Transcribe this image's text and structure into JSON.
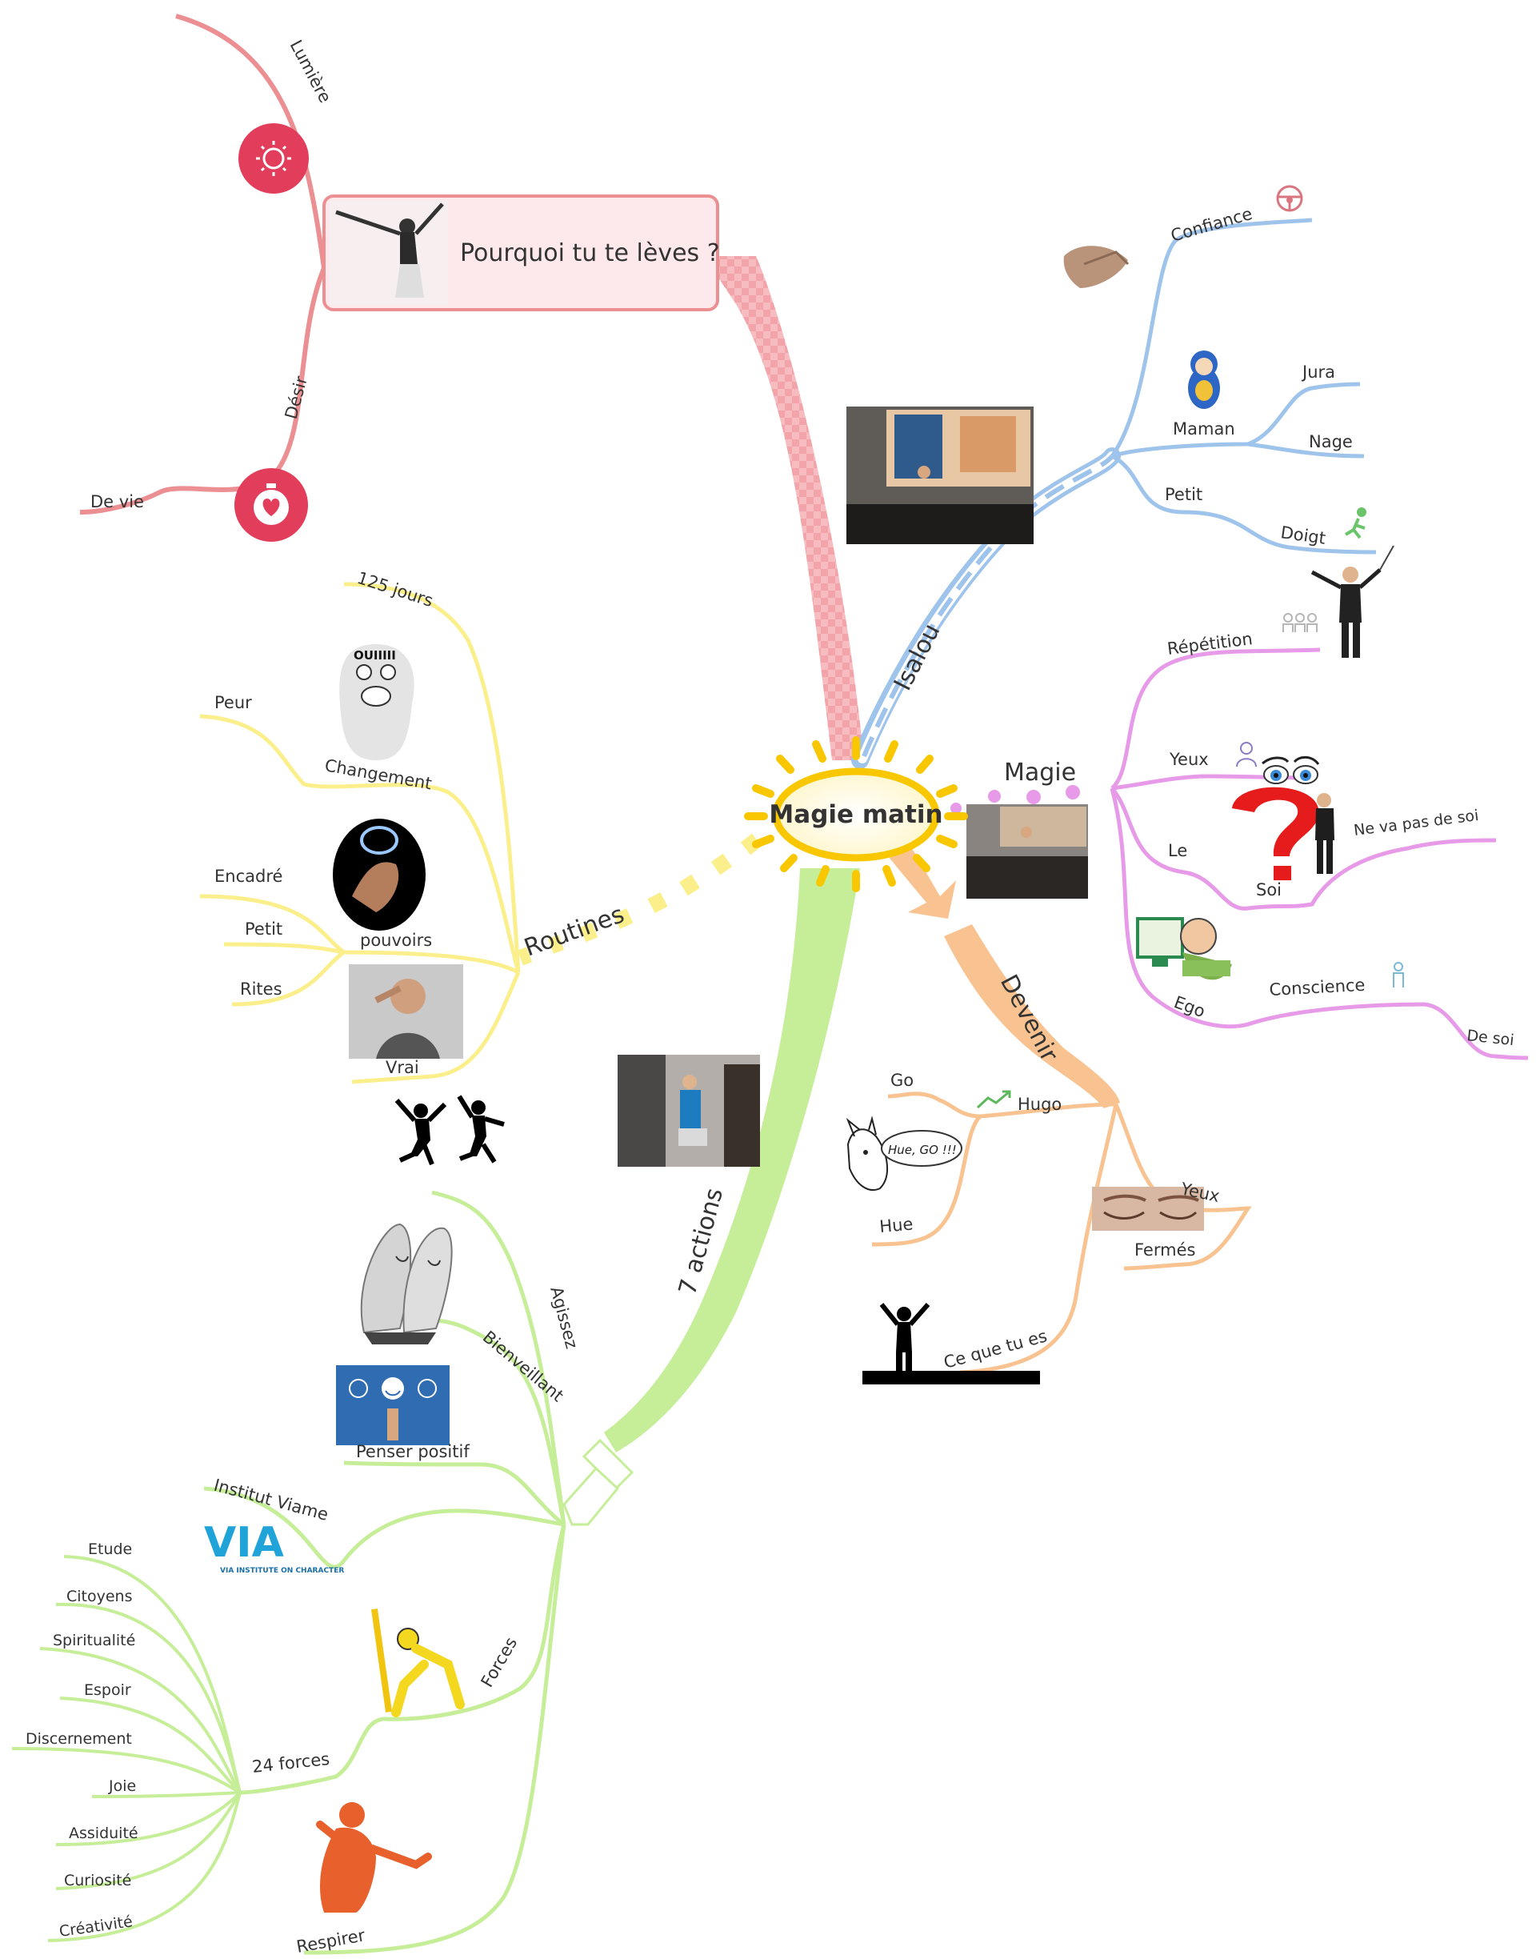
{
  "center": {
    "label": "Magie matin"
  },
  "colors": {
    "red": "#ec8f92",
    "blue": "#9fc4ec",
    "pink": "#e79ae8",
    "orange": "#f8c390",
    "yellow": "#fbef8c",
    "green": "#c6ee98",
    "sun": "#f8c700"
  },
  "branches": {
    "pourquoi": {
      "title": "Pourquoi tu te lèves ?",
      "lumiere": "Lumière",
      "desir": "Désir",
      "devie": "De vie",
      "icons": [
        "sun-icon",
        "heart-timer-icon",
        "woman-arms-raised-image"
      ]
    },
    "isalou": {
      "title": "Isalou",
      "confiance": "Confiance",
      "maman": "Maman",
      "jura": "Jura",
      "nage": "Nage",
      "petit": "Petit",
      "doigt": "Doigt",
      "icons": [
        "presentation-photo",
        "handshake-image",
        "steering-wheel-icon",
        "matryoshka-doll-image",
        "runner-icon"
      ]
    },
    "magie": {
      "title": "Magie",
      "repetition": "Répétition",
      "yeux": "Yeux",
      "le": "Le",
      "soi": "Soi",
      "nevapas": "Ne va pas de soi",
      "ego": "Ego",
      "conscience": "Conscience",
      "desoi": "De soi",
      "icons": [
        "conductor-image",
        "people-icon",
        "eyes-image",
        "question-mark-image",
        "computer-man-image",
        "person-icon"
      ]
    },
    "devenir": {
      "title": "Devenir",
      "hugo": "Hugo",
      "go": "Go",
      "hue": "Hue",
      "yeux": "Yeux",
      "fermes": "Fermés",
      "cequetues": "Ce que tu es",
      "icons": [
        "trend-icon",
        "horse-cartoon-image",
        "closed-eyes-image",
        "silhouette-image"
      ],
      "bubble_text": "Hue, GO !!!"
    },
    "routines": {
      "title": "Routines",
      "jours": "125 jours",
      "changement": "Changement",
      "peur": "Peur",
      "pouvoirs": "pouvoirs",
      "encadre": "Encadré",
      "petit": "Petit",
      "rites": "Rites",
      "vrai": "Vrai",
      "icons": [
        "scared-cartoon-image",
        "glowing-hand-image",
        "man-thinking-image"
      ],
      "cartoon_text": "OUIIIII"
    },
    "actions": {
      "title": "7 actions",
      "agissez": "Agissez",
      "bienveillant": "Bienveillant",
      "penser": "Penser positif",
      "institut": "Institut Viame",
      "forces": "Forces",
      "forces24": "24 forces",
      "respirer": "Respirer",
      "forces_list": [
        "Etude",
        "Citoyens",
        "Spiritualité",
        "Espoir",
        "Discernement",
        "Joie",
        "Assiduité",
        "Curiosité",
        "Créativité"
      ],
      "via_logo": "VIA",
      "via_sub": "VIA INSTITUTE ON CHARACTER",
      "icons": [
        "jumping-silhouettes-image",
        "smiling-fingers-image",
        "smileys-image",
        "via-logo",
        "pushing-figure-image",
        "breathing-figure-image",
        "pointing-hand-icon"
      ]
    }
  }
}
